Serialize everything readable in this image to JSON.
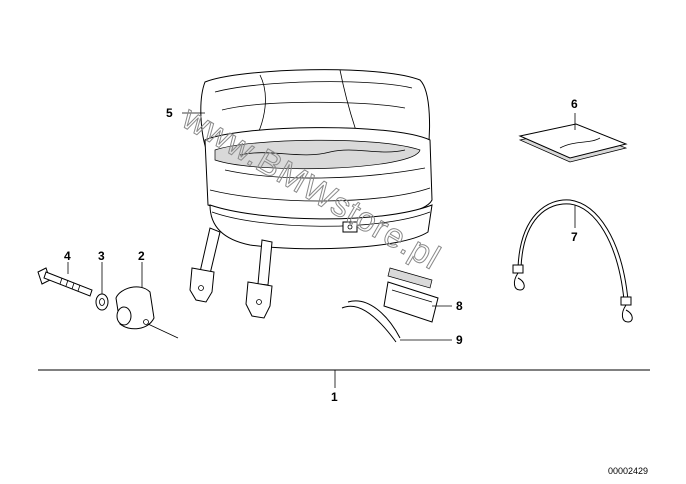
{
  "diagram": {
    "callouts": [
      {
        "id": "1",
        "label": "1"
      },
      {
        "id": "2",
        "label": "2"
      },
      {
        "id": "3",
        "label": "3"
      },
      {
        "id": "4",
        "label": "4"
      },
      {
        "id": "5",
        "label": "5"
      },
      {
        "id": "6",
        "label": "6"
      },
      {
        "id": "7",
        "label": "7"
      },
      {
        "id": "8",
        "label": "8"
      },
      {
        "id": "9",
        "label": "9"
      }
    ],
    "drawing_code": "00002429",
    "watermark": "www.BMWstore.pl"
  }
}
